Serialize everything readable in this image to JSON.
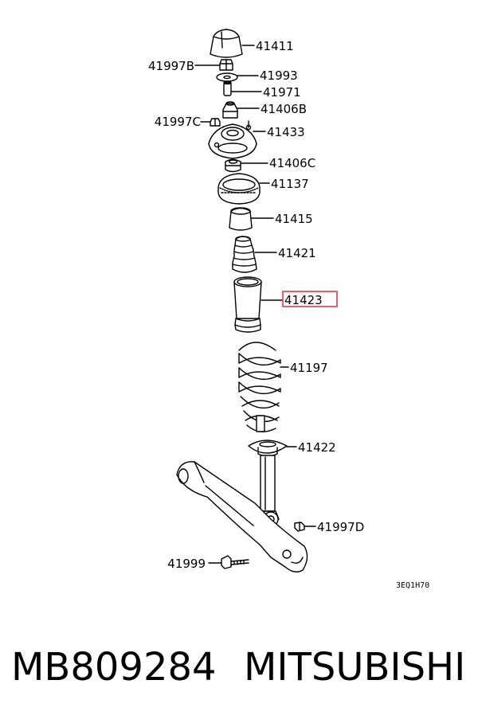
{
  "diagram": {
    "labels": [
      {
        "id": "41411",
        "text": "41411"
      },
      {
        "id": "41997B",
        "text": "41997B"
      },
      {
        "id": "41993",
        "text": "41993"
      },
      {
        "id": "41971",
        "text": "41971"
      },
      {
        "id": "41406B",
        "text": "41406B"
      },
      {
        "id": "41997C",
        "text": "41997C"
      },
      {
        "id": "41433",
        "text": "41433"
      },
      {
        "id": "41406C",
        "text": "41406C"
      },
      {
        "id": "41137",
        "text": "41137"
      },
      {
        "id": "41415",
        "text": "41415"
      },
      {
        "id": "41421",
        "text": "41421"
      },
      {
        "id": "41423",
        "text": "41423"
      },
      {
        "id": "41197",
        "text": "41197"
      },
      {
        "id": "41422",
        "text": "41422"
      },
      {
        "id": "41997D",
        "text": "41997D"
      },
      {
        "id": "41999",
        "text": "41999"
      }
    ],
    "highlighted_part": "41423",
    "highlight_color": "#e0303a",
    "drawing_code": "3EQ1H70"
  },
  "footer": {
    "part_number": "MB809284",
    "brand": "MITSUBISHI"
  }
}
